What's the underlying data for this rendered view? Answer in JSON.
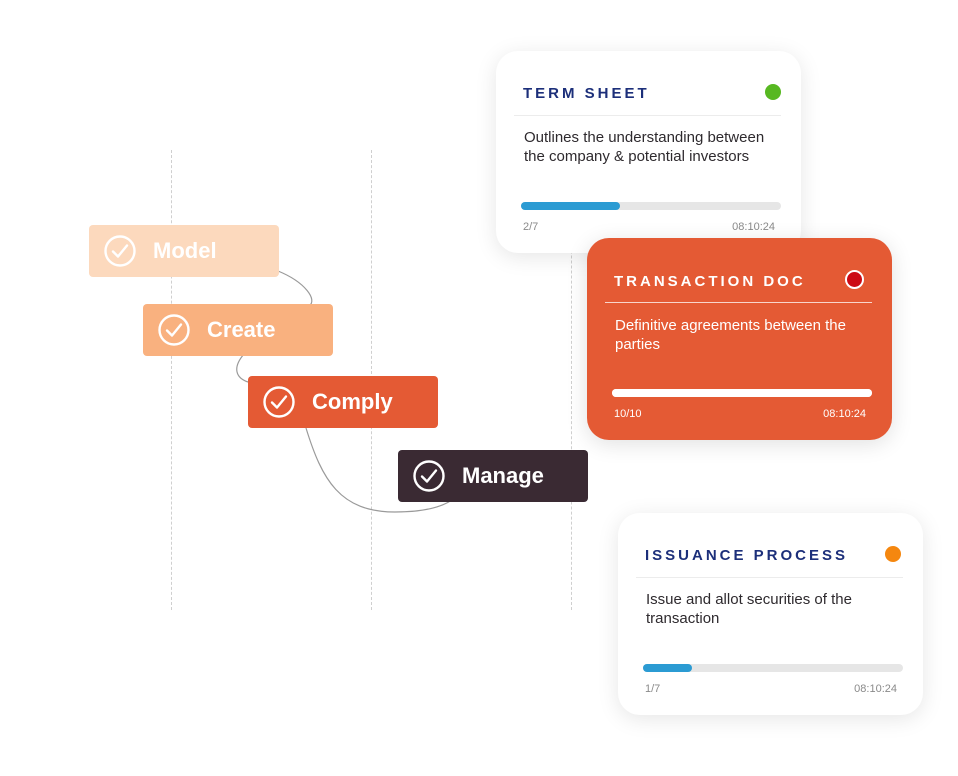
{
  "steps": [
    {
      "label": "Model",
      "bg": "#fcd9bd",
      "text_color": "#ffffff"
    },
    {
      "label": "Create",
      "bg": "#f9b17f",
      "text_color": "#ffffff"
    },
    {
      "label": "Comply",
      "bg": "#e45a34",
      "text_color": "#ffffff"
    },
    {
      "label": "Manage",
      "bg": "#3a2a33",
      "text_color": "#ffffff"
    }
  ],
  "cards": [
    {
      "title": "TERM SHEET",
      "status_color": "#57b821",
      "description": "Outlines the understanding between the company & potential investors",
      "progress_text": "2/7",
      "progress": 0.38,
      "time": "08:10:24"
    },
    {
      "title": "TRANSACTION DOC",
      "status_color": "#cc0a14",
      "description": "Definitive agreements between the parties",
      "progress_text": "10/10",
      "progress": 1.0,
      "time": "08:10:24",
      "background": "#e45a34"
    },
    {
      "title": "ISSUANCE PROCESS",
      "status_color": "#f5870f",
      "description": "Issue and allot securities of the transaction",
      "progress_text": "1/7",
      "progress": 0.19,
      "time": "08:10:24"
    }
  ]
}
